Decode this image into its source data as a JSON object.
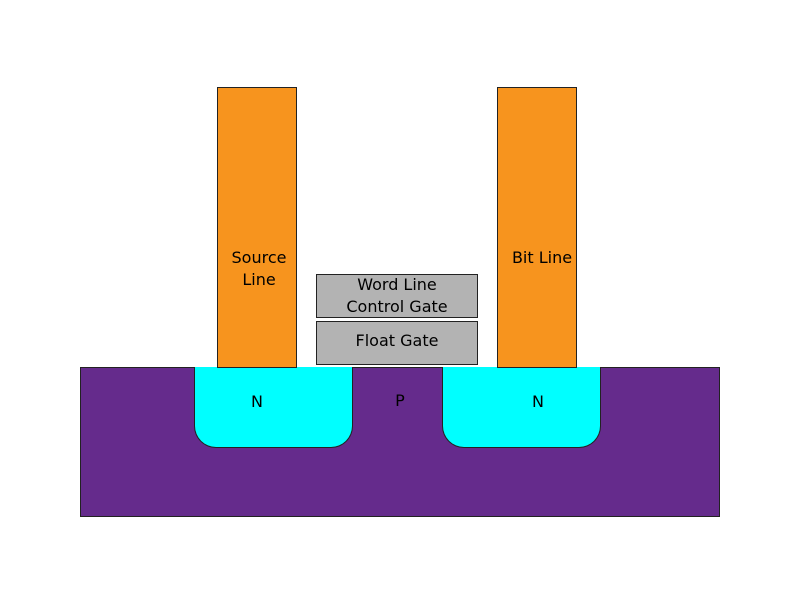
{
  "colors": {
    "substrate": "#652b8c",
    "n_region": "#00ffff",
    "metal_line": "#f7941e",
    "gate": "#b3b3b3",
    "outline": "#222222"
  },
  "labels": {
    "source_line": "Source\nLine",
    "bit_line": "Bit Line",
    "word_line": "Word Line\nControl Gate",
    "float_gate": "Float Gate",
    "n_left": "N",
    "p_region": "P",
    "n_right": "N"
  }
}
